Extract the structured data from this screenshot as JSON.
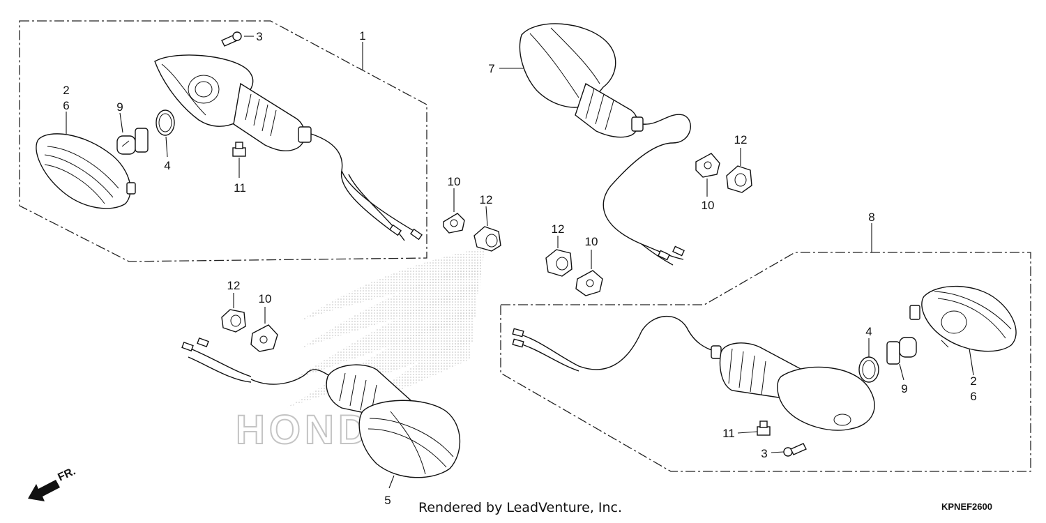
{
  "callouts": [
    {
      "id": "c1",
      "text": "1"
    },
    {
      "id": "c2a",
      "text": "2"
    },
    {
      "id": "c6a",
      "text": "6"
    },
    {
      "id": "c3a",
      "text": "3"
    },
    {
      "id": "c9a",
      "text": "9"
    },
    {
      "id": "c4a",
      "text": "4"
    },
    {
      "id": "c11a",
      "text": "11"
    },
    {
      "id": "c10a",
      "text": "10"
    },
    {
      "id": "c12a",
      "text": "12"
    },
    {
      "id": "c12b",
      "text": "12"
    },
    {
      "id": "c10b",
      "text": "10"
    },
    {
      "id": "c5",
      "text": "5"
    },
    {
      "id": "c7",
      "text": "7"
    },
    {
      "id": "c12c",
      "text": "12"
    },
    {
      "id": "c10c",
      "text": "10"
    },
    {
      "id": "c12d",
      "text": "12"
    },
    {
      "id": "c10d",
      "text": "10"
    },
    {
      "id": "c8",
      "text": "8"
    },
    {
      "id": "c4b",
      "text": "4"
    },
    {
      "id": "c9b",
      "text": "9"
    },
    {
      "id": "c2b",
      "text": "2"
    },
    {
      "id": "c6b",
      "text": "6"
    },
    {
      "id": "c11b",
      "text": "11"
    },
    {
      "id": "c3b",
      "text": "3"
    }
  ],
  "direction_label": "FR.",
  "watermark": "HONDA",
  "footer": {
    "rendered_by": "Rendered by LeadVenture, Inc.",
    "diagram_code": "KPNEF2600"
  }
}
